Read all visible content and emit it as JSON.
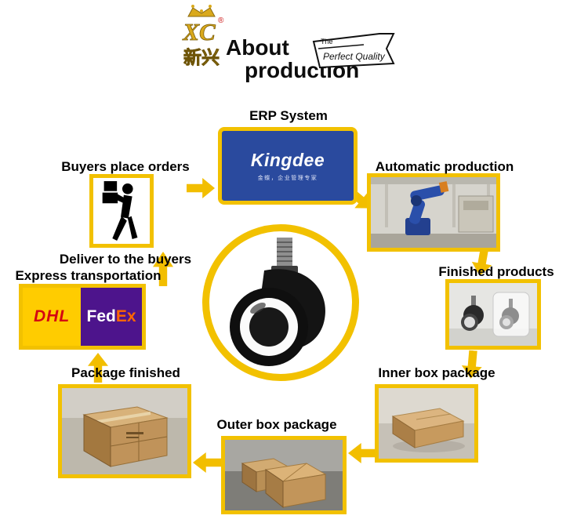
{
  "header": {
    "brand_mark": "XC",
    "brand_reg": "®",
    "brand_chinese": "新兴",
    "title_line1": "About",
    "title_line2": "production",
    "ribbon_line1": "The",
    "ribbon_line2": "Perfect Quality"
  },
  "steps": {
    "erp": {
      "label": "ERP System"
    },
    "buyers": {
      "label": "Buyers place orders"
    },
    "automatic": {
      "label": "Automatic production"
    },
    "finished": {
      "label": "Finished products"
    },
    "inner_box": {
      "label": "Inner box package"
    },
    "outer_box": {
      "label": "Outer box package"
    },
    "package_finished": {
      "label": "Package finished"
    },
    "express": {
      "label": "Express transportation"
    },
    "deliver": {
      "label": "Deliver to the buyers"
    }
  },
  "logos": {
    "kingdee": {
      "name": "Kingdee",
      "tagline": "金蝶，企业管理专家"
    },
    "dhl": {
      "name": "DHL"
    },
    "fedex": {
      "fed": "Fed",
      "ex": "Ex"
    }
  },
  "colors": {
    "accent_yellow": "#F2C100",
    "arrow_yellow": "#F2BE00",
    "kingdee_blue": "#2A4A9E",
    "dhl_yellow": "#FFCC00",
    "dhl_red": "#D40511",
    "fedex_purple": "#4D148C",
    "fedex_orange": "#FF6600",
    "gold_logo": "#D9A91C"
  }
}
